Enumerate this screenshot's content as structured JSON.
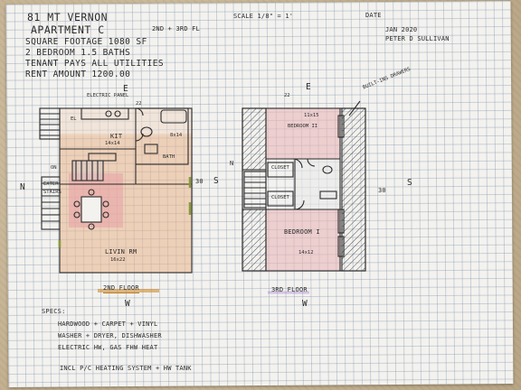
{
  "header": {
    "address": "81 MT VERNON",
    "apartment": "APARTMENT C",
    "floors_note": "2ND + 3RD FL",
    "scale": "SCALE 1/8\" = 1'",
    "date_label": "DATE",
    "date_value": "JAN 2020",
    "author": "PETER D SULLIVAN"
  },
  "specs_top": {
    "square_footage": "SQUARE FOOTAGE    1080 SF",
    "bedrooms": "2 BEDROOM     1.5 BATHS",
    "tenant_pays": "TENANT PAYS ALL UTILITIES",
    "rent": "RENT AMOUNT    1200.00"
  },
  "floor2": {
    "compass_top": "E",
    "compass_left": "N",
    "compass_right": "S",
    "compass_bottom": "W",
    "electric_panel": "ELECTRIC PANEL",
    "el": "EL",
    "dimension_top": "22",
    "dimension_side": "30",
    "kit": "KIT",
    "kit_size": "14x14",
    "bath_size": "8x14",
    "bath": "BATH",
    "on": "ON",
    "exterior_stairs": "EXTER STAIRS",
    "living_rm": "LIVIN RM",
    "living_size": "16x22",
    "floor_label": "2ND FLOOR"
  },
  "floor3": {
    "compass_top": "E",
    "compass_left": "N",
    "compass_right": "S",
    "compass_bottom": "W",
    "built_ins": "BUILT-INS DRAWERS",
    "dimension_top": "22",
    "dimension_side": "30",
    "bedroom2_size": "11x15",
    "bedroom2": "BEDROOM II",
    "closet": "CLOSET",
    "closet2": "CLOSET",
    "bedroom1": "BEDROOM I",
    "bedroom1_size": "14x12",
    "floor_label": "3RD FLOOR"
  },
  "specs_bottom": {
    "title": "SPECS:",
    "line1": "HARDWOOD + CARPET + VINYL",
    "line2": "WASHER + DRYER, DISHWASHER",
    "line3": "ELECTRIC HW, GAS FHW HEAT",
    "line4": "INCL   P/C  HEATING SYSTEM + HW TANK"
  },
  "colors": {
    "paper": "#f3f2ee",
    "pencil": "#2b2b2b",
    "pink_shade": "#e8b7b9",
    "orange_shade": "#e7b58c",
    "green_door": "#8a9a3a"
  }
}
